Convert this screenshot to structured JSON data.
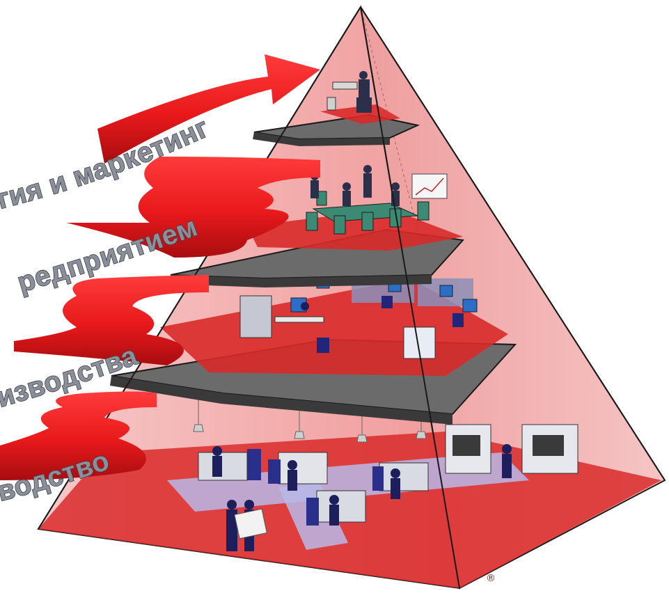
{
  "diagram": {
    "levels": [
      {
        "label": "гия и маркетинг",
        "scene": "executive-office"
      },
      {
        "label": "редприятием",
        "scene": "management-meeting"
      },
      {
        "label": "изводства",
        "scene": "engineering-office"
      },
      {
        "label": "водство",
        "scene": "production-floor"
      }
    ],
    "trademark": "®",
    "colors": {
      "pyramid_face_light": "#f4b4b4",
      "pyramid_face_dark": "#e98a8a",
      "floor": "#d42323",
      "slab": "#4a4a4a",
      "ribbon": "#e8191b",
      "ribbon_shade": "#a80d10",
      "label_fill": "#8a8f99"
    }
  }
}
